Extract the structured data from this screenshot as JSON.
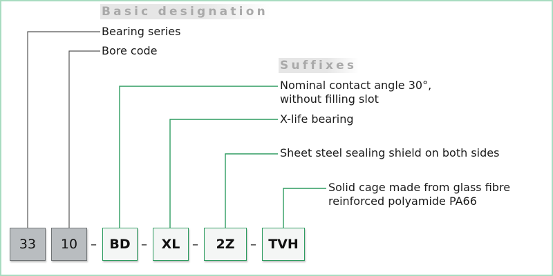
{
  "headings": {
    "basic": "Basic designation",
    "suffixes": "Suffixes"
  },
  "basic_labels": [
    "Bearing series",
    "Bore code"
  ],
  "suffix_labels": [
    {
      "line1": "Nominal contact angle 30°,",
      "line2": "without filling slot"
    },
    {
      "line1": "X-life bearing",
      "line2": ""
    },
    {
      "line1": "Sheet steel sealing shield on both sides",
      "line2": ""
    },
    {
      "line1": "Solid cage made from glass fibre",
      "line2": "reinforced polyamide PA66"
    }
  ],
  "codes": {
    "basic": [
      "33",
      "10"
    ],
    "suffixes": [
      "BD",
      "XL",
      "2Z",
      "TVH"
    ],
    "separator": "–"
  },
  "colors": {
    "frame": "#a8dcc0",
    "suffix_accent": "#2e9c60",
    "basic_line": "#555555",
    "basic_box": "#b9bdc0"
  }
}
